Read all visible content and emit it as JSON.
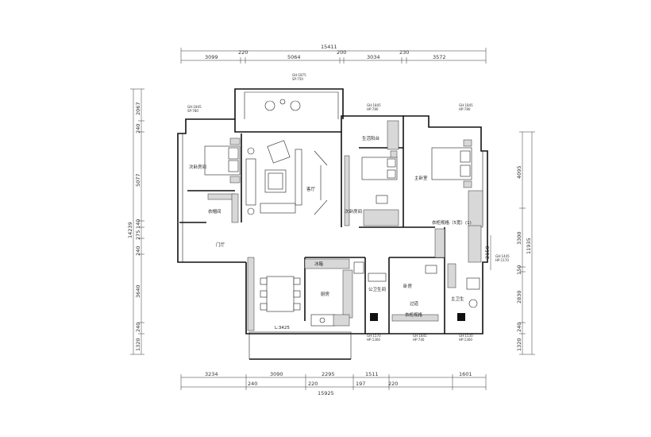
{
  "dimensions": {
    "top_total": "15411",
    "top_segments": [
      "3099",
      "220",
      "5064",
      "200",
      "3034",
      "230",
      "3572"
    ],
    "bottom_segments": [
      "3234",
      "3090",
      "2295",
      "1511",
      "1601"
    ],
    "bottom_sub": [
      "240",
      "220",
      "197",
      "220"
    ],
    "bottom_total": "15925",
    "left_segments": [
      "240",
      "2067",
      "5077",
      "140",
      "275",
      "240",
      "3640",
      "240",
      "1320"
    ],
    "left_total": "14239",
    "right_segments": [
      "4095",
      "3300",
      "150",
      "2830",
      "240",
      "1320"
    ],
    "right_total": "11935",
    "right_small": "2150"
  },
  "rooms": {
    "secondary_bedroom_left": "次卧房间",
    "cloakroom": "衣帽间",
    "living_room": "客厅",
    "entrance": "门厅",
    "life_balcony": "生活阳台",
    "secondary_bedroom_mid": "次卧房间",
    "master_bedroom": "主卧室",
    "wardrobe_note": "衣柜规格（5宽）(1)",
    "study_bedroom": "卧房",
    "kitchen": "厨房",
    "kitchen_top": "冰箱",
    "public_bathroom": "公卫生间",
    "master_bathroom": "主卫生",
    "corridor_label": "过道",
    "wardrobe_bottom": "衣柜规格",
    "dining_note": "L:3425"
  },
  "window_tags": {
    "top_balcony": [
      "GH:1875",
      "SP:750"
    ],
    "left_bedroom": [
      "GH:1845",
      "SP:780"
    ],
    "mid_bedroom": [
      "GH:1845",
      "HP:780"
    ],
    "master_bedroom": [
      "GH:1845",
      "HP:780"
    ],
    "right_side": [
      "GH:1445",
      "HP:1170"
    ],
    "bath_public": [
      "GH:1570",
      "HP:1300"
    ],
    "bath_mid": [
      "GH:1845",
      "HP:740"
    ],
    "bath_master": [
      "GH:1530",
      "HP:1300"
    ]
  }
}
